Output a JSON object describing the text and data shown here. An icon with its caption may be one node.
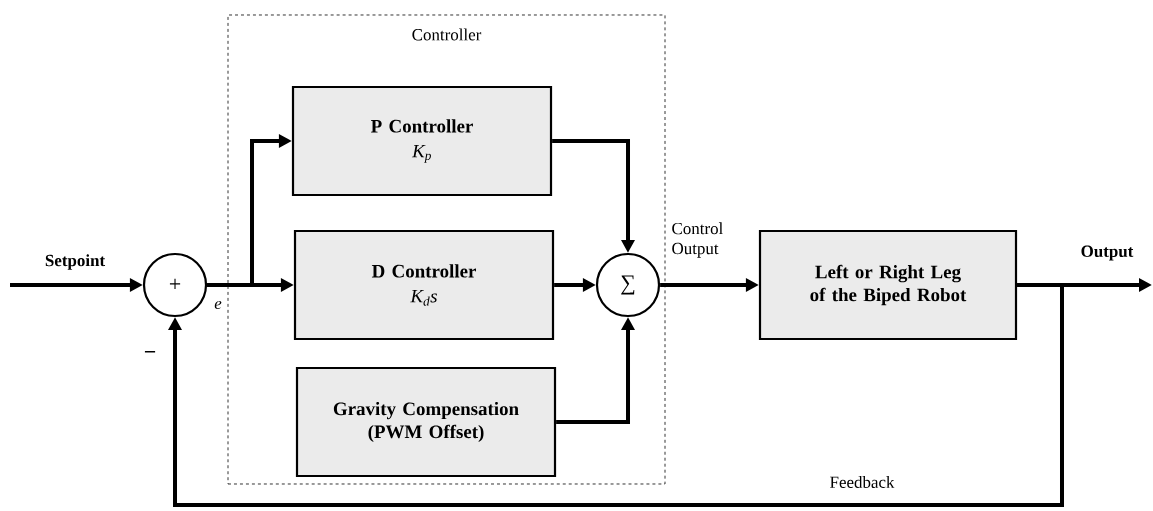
{
  "diagram": {
    "nodes": [
      {
        "text": [
          "Controller"
        ]
      },
      {
        "text": [
          "P Controller",
          "K$_{p}$"
        ],
        "in": 0
      },
      {
        "text": [
          "D Controller",
          "K$_{d}$s"
        ],
        "in": 0
      },
      {
        "text": [
          "Gravity Compensation (PWM Offset)"
        ],
        "in": 0
      },
      {
        "text": [
          "+"
        ],
        "beside": [
          "−"
        ]
      },
      {
        "text": [
          "∑"
        ],
        "in": 0
      },
      {
        "text": [
          "Left or Right Leg of the Biped Robot"
        ]
      }
    ],
    "edges": [
      {
        "from": null,
        "to": 4,
        "arrow": "to",
        "label": "Setpoint"
      },
      {
        "from": 4,
        "to": 1,
        "arrow": "to"
      },
      {
        "from": 4,
        "to": 2,
        "arrow": "to",
        "label": "e"
      },
      {
        "from": 1,
        "to": 5,
        "arrow": "to"
      },
      {
        "from": 2,
        "to": 5,
        "arrow": "to"
      },
      {
        "from": 3,
        "to": 5,
        "arrow": "to"
      },
      {
        "from": 5,
        "to": 6,
        "arrow": "to",
        "label": "Control Output"
      },
      {
        "from": 6,
        "to": null,
        "arrow": "to",
        "label": "Output"
      },
      {
        "from": 6,
        "to": 4,
        "arrow": "to",
        "label": "Feedback"
      }
    ]
  }
}
